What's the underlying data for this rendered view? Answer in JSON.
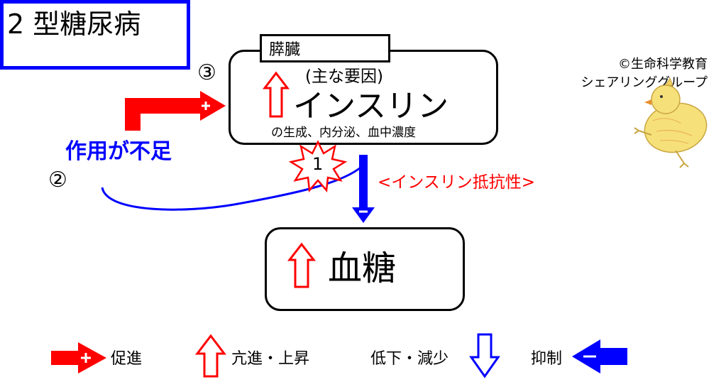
{
  "title": "2 型糖尿病",
  "credit": {
    "line1": "©生命科学教育",
    "line2": "シェアリンググループ"
  },
  "pancreas": {
    "label": "膵臓",
    "main_factor": "(主な要因)",
    "hormone": "インスリン",
    "detail": "の生成、内分泌、血中濃度",
    "marker": "③"
  },
  "deficit": {
    "label": "作用が不足",
    "marker": "②"
  },
  "resistance": {
    "label": "<インスリン抵抗性>",
    "marker": "1"
  },
  "blood": {
    "label": "血糖"
  },
  "legend": {
    "promote": "促進",
    "increase": "亢進・上昇",
    "decrease": "低下・減少",
    "inhibit": "抑制"
  },
  "colors": {
    "promote": "#ff0000",
    "inhibit": "#0000ff"
  }
}
